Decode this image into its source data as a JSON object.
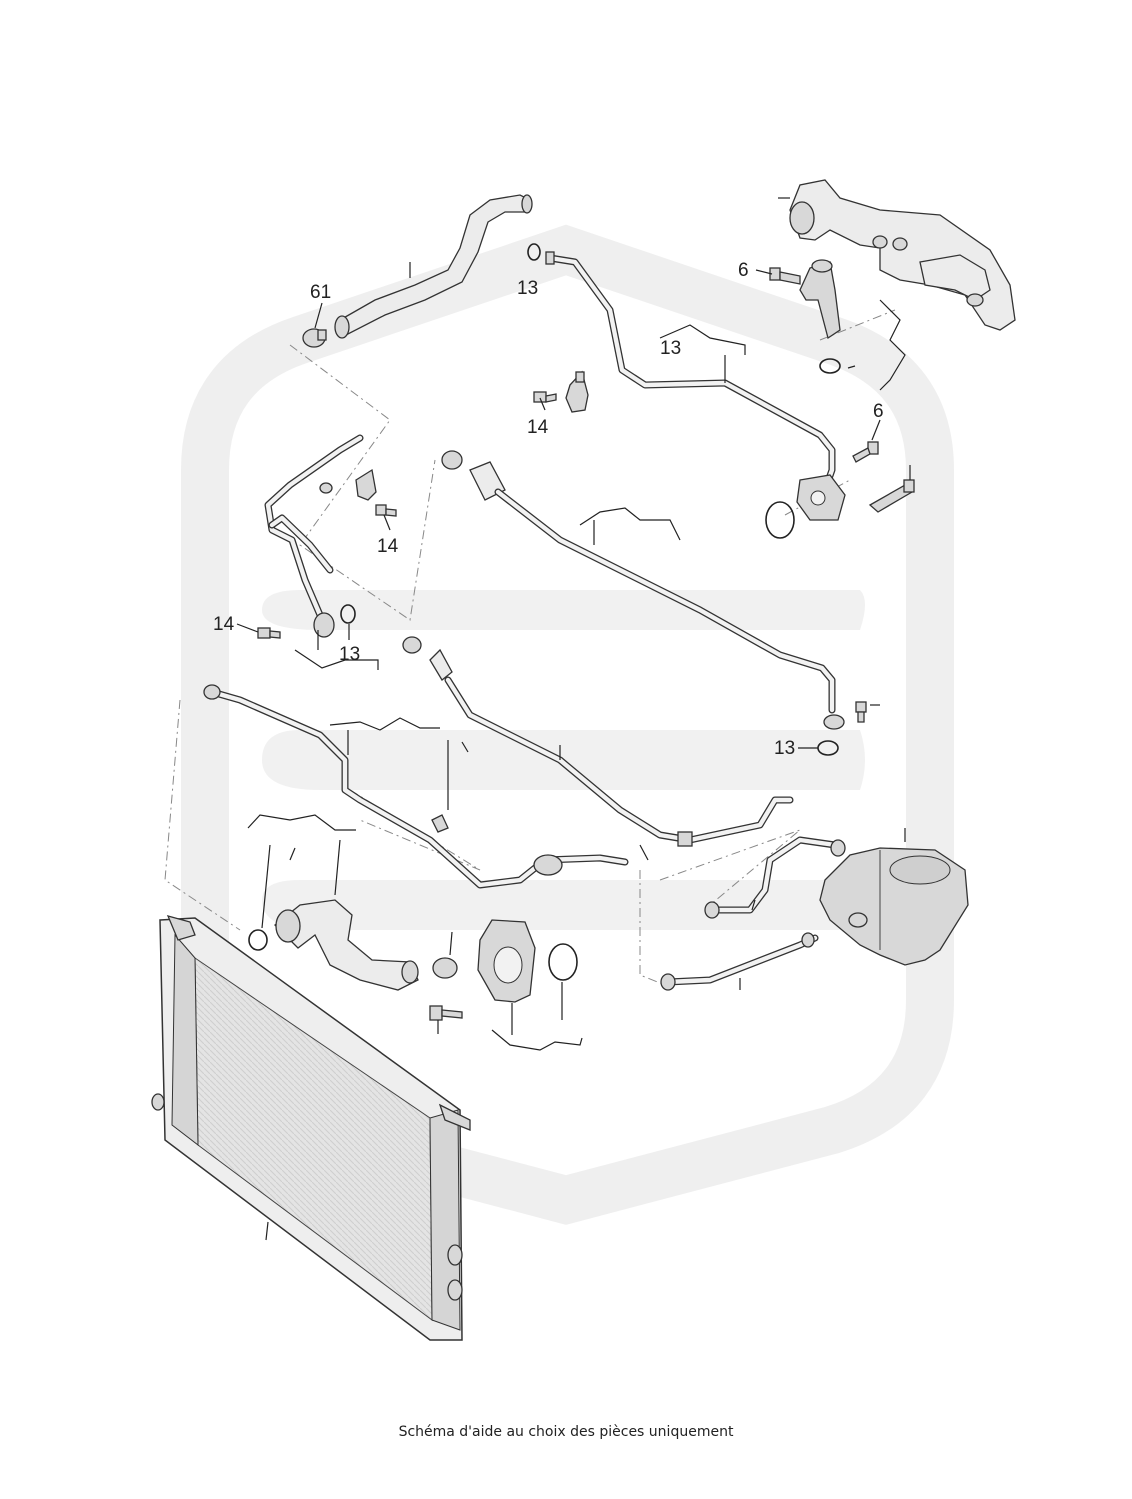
{
  "diagram": {
    "caption": "Schéma d'aide au choix des pièces uniquement",
    "callouts": {
      "c61": "61",
      "c13_top": "13",
      "c6_top": "6",
      "c13_mid": "13",
      "c14_upper": "14",
      "c6_right": "6",
      "c14_mid": "14",
      "c14_left": "14",
      "c13_left": "13",
      "c13_right": "13"
    },
    "watermark": "brand-logo-watermark"
  }
}
